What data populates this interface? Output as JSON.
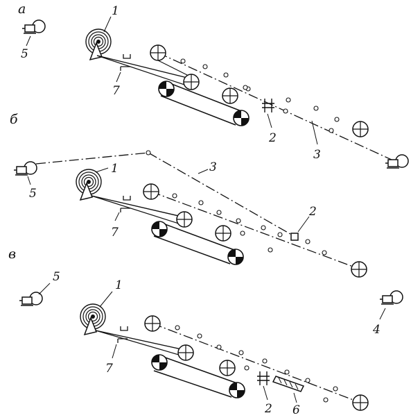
{
  "panels": [
    {
      "letter": "а",
      "labels": {
        "reel": "1",
        "clamp": "2",
        "cable": "3",
        "winch_left": "5",
        "guide": "7"
      }
    },
    {
      "letter": "б",
      "labels": {
        "reel": "1",
        "clamp": "2",
        "cable": "3",
        "winch_left": "5",
        "guide": "7"
      }
    },
    {
      "letter": "в",
      "labels": {
        "reel": "1",
        "clamp": "2",
        "winch_right": "4",
        "winch_left": "5",
        "plate": "6",
        "guide": "7"
      }
    }
  ],
  "colors": {
    "ink": "#111111",
    "paper": "#ffffff"
  }
}
